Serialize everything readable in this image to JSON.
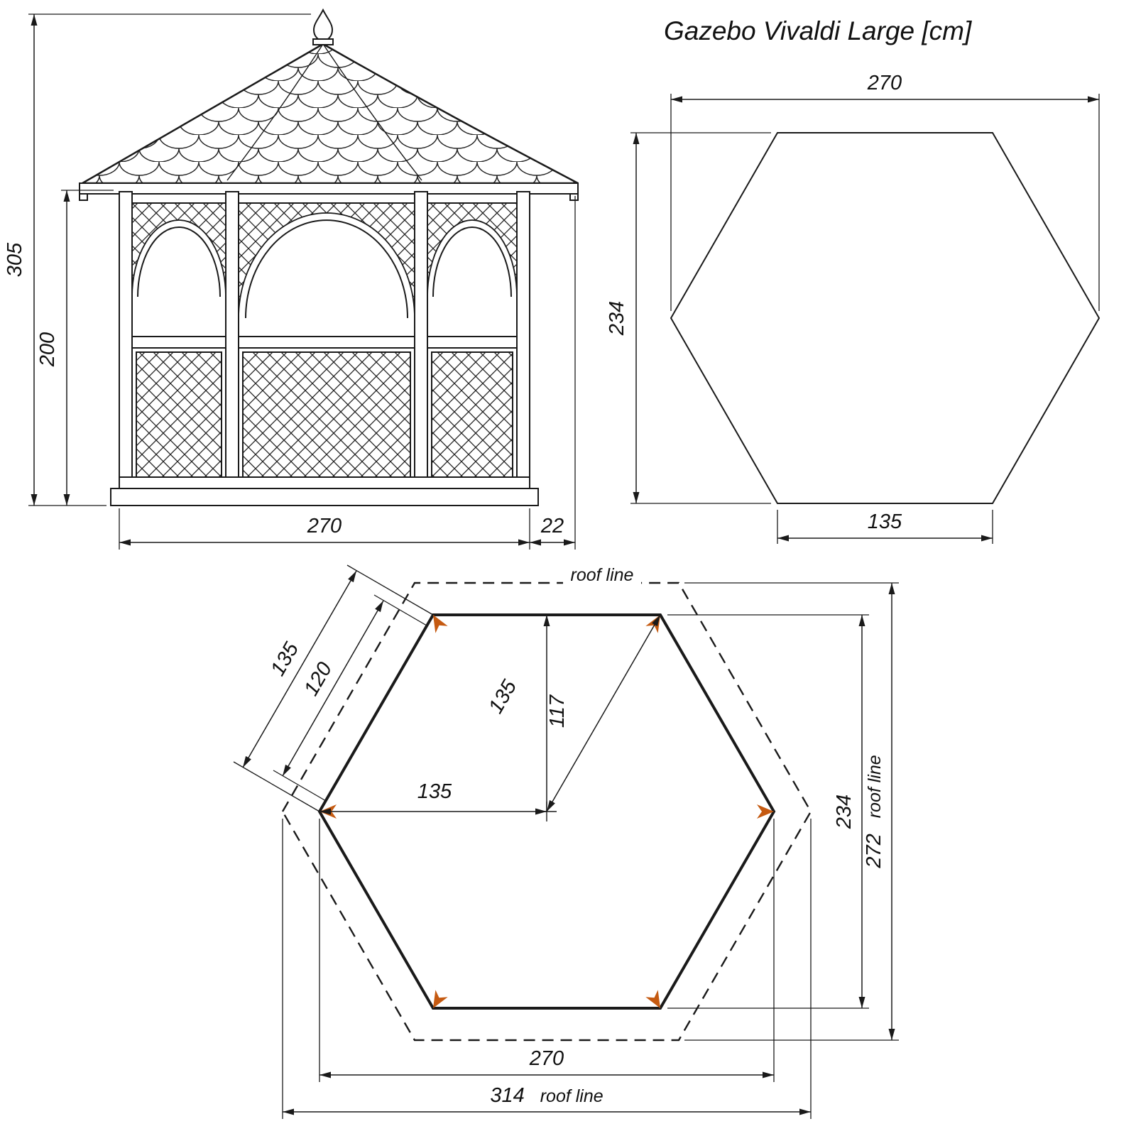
{
  "title": "Gazebo Vivaldi Large [cm]",
  "elevation": {
    "total_height": "305",
    "wall_height": "200",
    "width": "270",
    "roof_overhang": "22"
  },
  "hex_plan": {
    "width": "270",
    "height": "234",
    "side": "135"
  },
  "floor_plan": {
    "roof_line": "roof line",
    "side": "135",
    "panel": "120",
    "radius": "135",
    "apothem": "117",
    "radius_horizontal": "135",
    "height": "234",
    "roof_height": "272",
    "width": "270",
    "roof_width": "314"
  },
  "colors": {
    "line": "#1a1a1a",
    "post_marker": "#c55a11"
  }
}
